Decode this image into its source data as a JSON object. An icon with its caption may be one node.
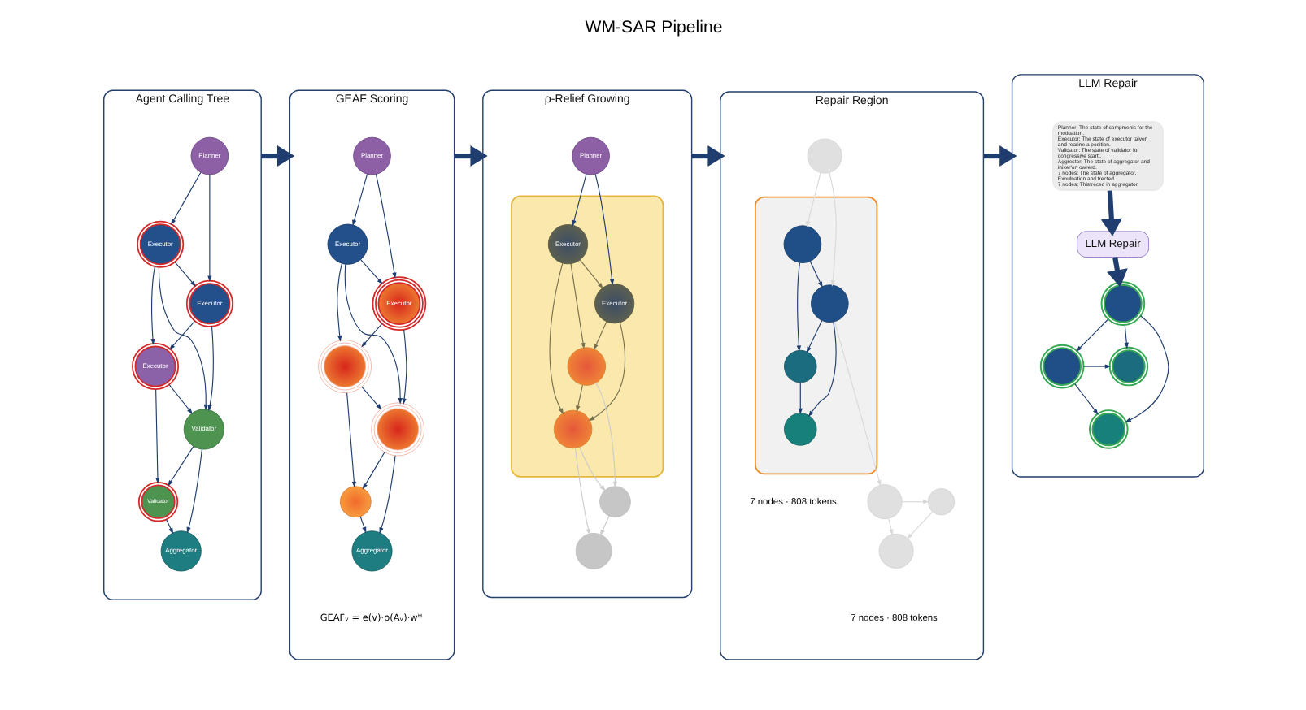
{
  "diagram": {
    "title": "WM-SAR Pipeline",
    "nodes": [
      {
        "text": [
          "Agent Calling Tree"
        ]
      },
      {
        "text": [
          "Planner"
        ],
        "in": 0
      },
      {
        "text": [
          "Executor"
        ],
        "in": 0
      },
      {
        "text": [
          "Executor"
        ],
        "in": 0
      },
      {
        "text": [
          "Executor"
        ],
        "in": 0
      },
      {
        "text": [
          "Validator"
        ],
        "in": 0
      },
      {
        "text": [
          "Validator"
        ],
        "in": 0
      },
      {
        "text": [
          "Aggregator"
        ],
        "in": 0
      },
      {
        "text": [
          "GEAF Scoring"
        ]
      },
      {
        "text": [
          "Planner"
        ],
        "in": 8
      },
      {
        "text": [
          "Executor"
        ],
        "in": 8
      },
      {
        "text": [
          "Executor"
        ],
        "in": 8
      },
      {
        "text": [],
        "shape": "circle",
        "in": 8
      },
      {
        "text": [],
        "shape": "circle",
        "in": 8
      },
      {
        "text": [],
        "shape": "circle",
        "in": 8
      },
      {
        "text": [
          "Aggregator"
        ],
        "in": 8
      },
      {
        "text": [
          "ρ-Relief Growing"
        ]
      },
      {
        "text": [
          "Planner"
        ],
        "in": 16
      },
      {
        "text": [],
        "shape": "region",
        "in": 16
      },
      {
        "text": [
          "Executor"
        ],
        "in": 18
      },
      {
        "text": [
          "Executor"
        ],
        "in": 18
      },
      {
        "text": [],
        "shape": "circle",
        "in": 18
      },
      {
        "text": [],
        "shape": "circle",
        "in": 18
      },
      {
        "text": [],
        "shape": "circle",
        "in": 16
      },
      {
        "text": [],
        "shape": "circle",
        "in": 16
      },
      {
        "text": [
          "Repair Region"
        ]
      },
      {
        "text": [],
        "shape": "circle",
        "in": 25
      },
      {
        "text": [],
        "shape": "region",
        "in": 25
      },
      {
        "text": [],
        "shape": "circle",
        "in": 27
      },
      {
        "text": [],
        "shape": "circle",
        "in": 27
      },
      {
        "text": [],
        "shape": "circle",
        "in": 27
      },
      {
        "text": [],
        "shape": "circle",
        "in": 27
      },
      {
        "text": [],
        "shape": "circle",
        "in": 25
      },
      {
        "text": [],
        "shape": "circle",
        "in": 25
      },
      {
        "text": [],
        "shape": "circle",
        "in": 25
      },
      {
        "text": [
          "LLM Repair"
        ]
      },
      {
        "text": [
          "Planner: The state of compmenis for the motiuation.",
          "Executor: The state of executor taiven and rearine a position.",
          "Validator: The state of validator for congressive startt.",
          "Aggrestor: The state of aggregator and inixer'on owrerd.",
          "7 nodes: The state of aggregator.",
          "Exoulnation and trected.",
          "7 nodes: Thistreced in aggregator."
        ],
        "in": 35
      },
      {
        "text": [
          "LLM Repair"
        ],
        "in": 35
      },
      {
        "text": [],
        "shape": "circle",
        "in": 35
      },
      {
        "text": [],
        "shape": "circle",
        "in": 35
      },
      {
        "text": [],
        "shape": "circle",
        "in": 35
      },
      {
        "text": [],
        "shape": "circle",
        "in": 35
      }
    ],
    "edges": [
      {
        "from": 1,
        "to": 3,
        "arrow": "to"
      },
      {
        "from": 1,
        "to": 2,
        "arrow": "to"
      },
      {
        "from": 2,
        "to": 3,
        "arrow": "to"
      },
      {
        "from": 2,
        "to": 4,
        "arrow": "to"
      },
      {
        "from": 2,
        "to": 5,
        "arrow": "to"
      },
      {
        "from": 3,
        "to": 4,
        "arrow": "to"
      },
      {
        "from": 3,
        "to": 5,
        "arrow": "to"
      },
      {
        "from": 4,
        "to": 5,
        "arrow": "to"
      },
      {
        "from": 4,
        "to": 6,
        "arrow": "to"
      },
      {
        "from": 5,
        "to": 6,
        "arrow": "to"
      },
      {
        "from": 5,
        "to": 7,
        "arrow": "to"
      },
      {
        "from": 6,
        "to": 7,
        "arrow": "to"
      },
      {
        "from": 0,
        "to": 8,
        "arrow": "to",
        "style": "thick"
      },
      {
        "from": 9,
        "to": 11,
        "arrow": "to"
      },
      {
        "from": 9,
        "to": 10,
        "arrow": "to"
      },
      {
        "from": 10,
        "to": 11,
        "arrow": "to"
      },
      {
        "from": 10,
        "to": 12,
        "arrow": "to"
      },
      {
        "from": 10,
        "to": 13,
        "arrow": "to"
      },
      {
        "from": 11,
        "to": 12,
        "arrow": "to"
      },
      {
        "from": 11,
        "to": 13,
        "arrow": "to"
      },
      {
        "from": 12,
        "to": 13,
        "arrow": "to"
      },
      {
        "from": 12,
        "to": 14,
        "arrow": "to"
      },
      {
        "from": 13,
        "to": 14,
        "arrow": "to"
      },
      {
        "from": 13,
        "to": 15,
        "arrow": "to"
      },
      {
        "from": 14,
        "to": 15,
        "arrow": "to"
      },
      {
        "from": 8,
        "to": 16,
        "arrow": "to",
        "style": "thick"
      },
      {
        "from": 17,
        "to": 20,
        "arrow": "to"
      },
      {
        "from": 17,
        "to": 19,
        "arrow": "to"
      },
      {
        "from": 19,
        "to": 20,
        "arrow": "to",
        "color": "#77704f"
      },
      {
        "from": 19,
        "to": 21,
        "arrow": "to",
        "color": "#77704f"
      },
      {
        "from": 19,
        "to": 22,
        "arrow": "to",
        "color": "#77704f"
      },
      {
        "from": 20,
        "to": 21,
        "arrow": "to",
        "color": "#77704f"
      },
      {
        "from": 20,
        "to": 22,
        "arrow": "to",
        "color": "#77704f"
      },
      {
        "from": 21,
        "to": 22,
        "arrow": "to",
        "color": "#77704f"
      },
      {
        "from": 21,
        "to": 23,
        "arrow": "to",
        "color": "#cccccc"
      },
      {
        "from": 22,
        "to": 23,
        "arrow": "to",
        "color": "#cccccc"
      },
      {
        "from": 22,
        "to": 24,
        "arrow": "to",
        "color": "#cccccc"
      },
      {
        "from": 23,
        "to": 24,
        "arrow": "to",
        "color": "#cccccc"
      },
      {
        "from": 16,
        "to": 25,
        "arrow": "to",
        "style": "thick"
      },
      {
        "from": 26,
        "to": 29,
        "arrow": "to",
        "color": "#d9d9d9"
      },
      {
        "from": 26,
        "to": 28,
        "arrow": "to",
        "color": "#d9d9d9"
      },
      {
        "from": 28,
        "to": 29,
        "arrow": "to"
      },
      {
        "from": 28,
        "to": 30,
        "arrow": "to"
      },
      {
        "from": 29,
        "to": 30,
        "arrow": "to"
      },
      {
        "from": 29,
        "to": 31,
        "arrow": "to"
      },
      {
        "from": 30,
        "to": 31,
        "arrow": "to"
      },
      {
        "from": 29,
        "to": 32,
        "arrow": "to",
        "color": "#d9d9d9"
      },
      {
        "from": 32,
        "to": 33,
        "arrow": "to",
        "color": "#d9d9d9"
      },
      {
        "from": 32,
        "to": 34,
        "arrow": "to",
        "color": "#d9d9d9"
      },
      {
        "from": 33,
        "to": 34,
        "arrow": "to",
        "color": "#d9d9d9"
      },
      {
        "from": 25,
        "to": 35,
        "arrow": "to",
        "style": "thick"
      },
      {
        "from": 36,
        "to": 37,
        "arrow": "to",
        "style": "thick"
      },
      {
        "from": 37,
        "to": 38,
        "arrow": "to",
        "style": "thick"
      },
      {
        "from": 38,
        "to": 39,
        "arrow": "to"
      },
      {
        "from": 38,
        "to": 40,
        "arrow": "to"
      },
      {
        "from": 38,
        "to": 41,
        "arrow": "to"
      },
      {
        "from": 39,
        "to": 40,
        "arrow": "to"
      },
      {
        "from": 39,
        "to": 41,
        "arrow": "to"
      }
    ],
    "labels": [
      "GEAFᵥ = e(v)·ρ(Aᵥ)·wᴴ",
      "7 nodes · 808 tokens",
      "7 nodes · 808 tokens"
    ]
  }
}
